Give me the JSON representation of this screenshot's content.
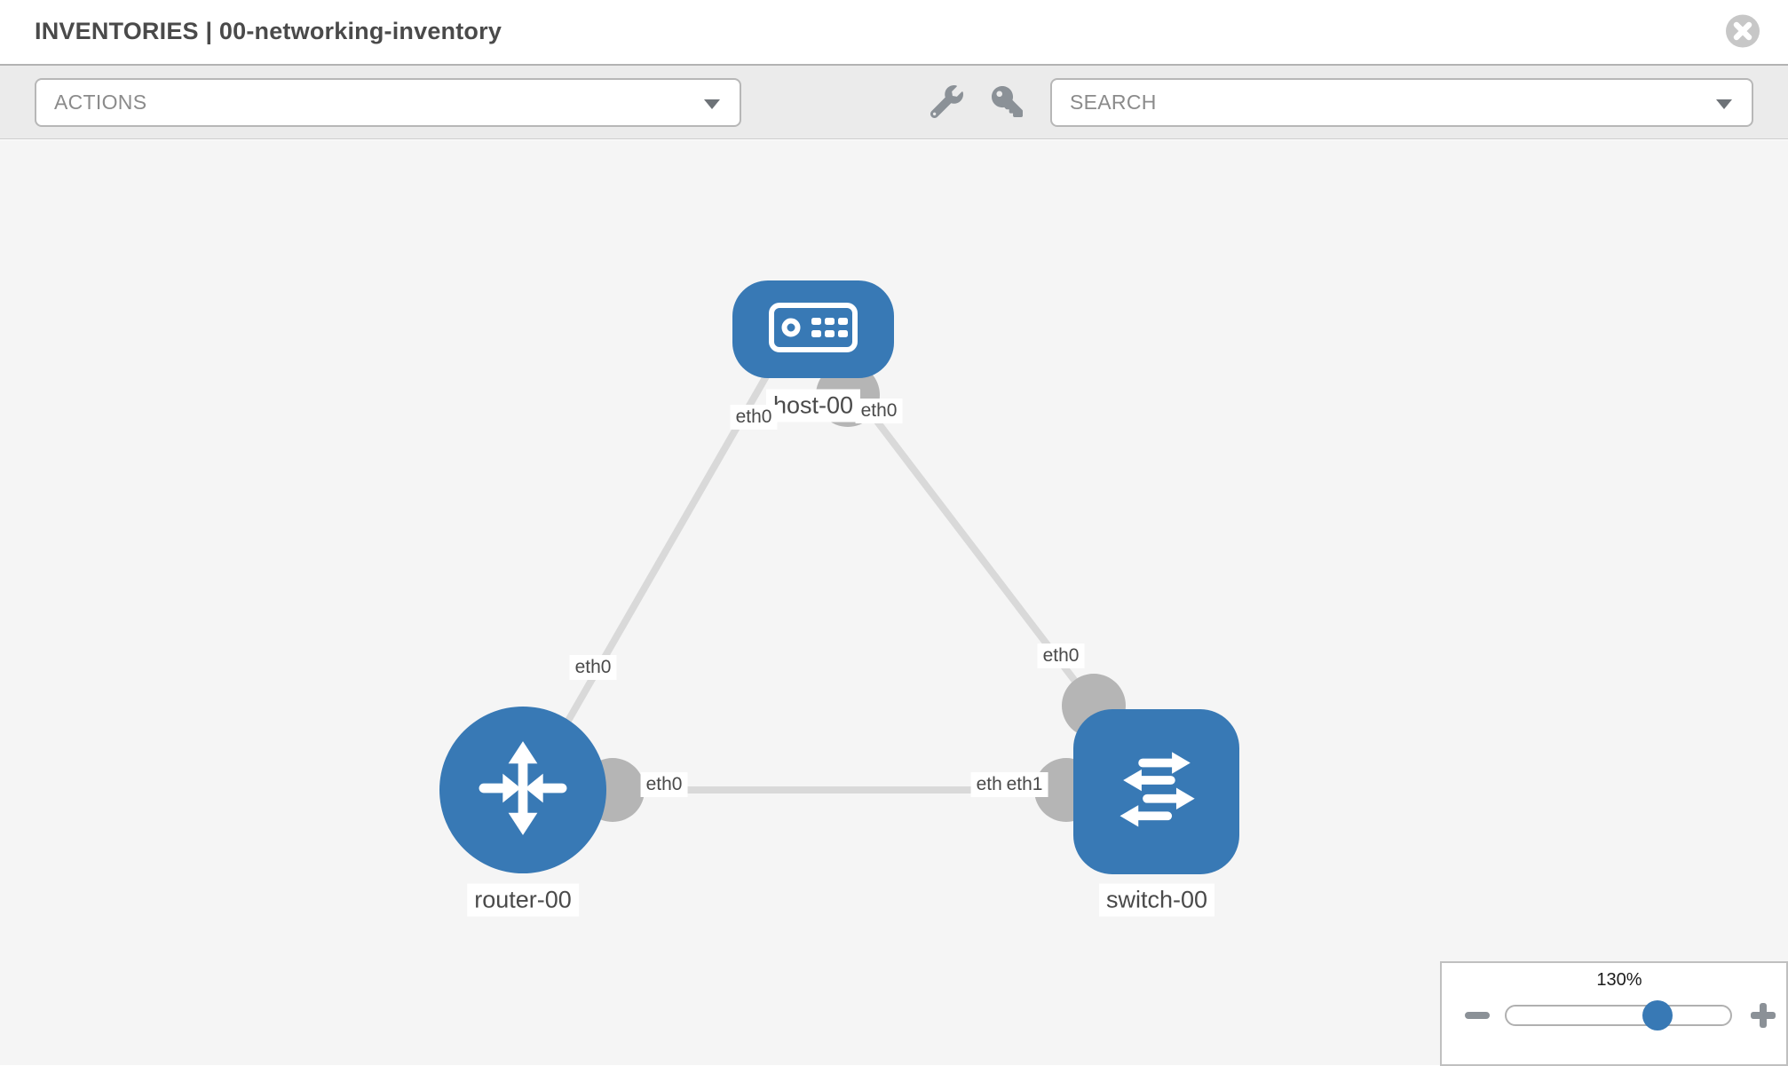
{
  "window": {
    "title": "INVENTORIES | 00-networking-inventory"
  },
  "toolbar": {
    "actions": {
      "label": "ACTIONS",
      "icon": "chevron-down"
    },
    "tools": [
      {
        "icon": "wrench"
      },
      {
        "icon": "key"
      }
    ],
    "search": {
      "placeholder": "SEARCH",
      "icon": "chevron-down"
    }
  },
  "topology": {
    "nodes": [
      {
        "name": "host-00",
        "type": "host",
        "icon": "server-icon"
      },
      {
        "name": "router-00",
        "type": "router",
        "icon": "crossed-arrows-icon"
      },
      {
        "name": "switch-00",
        "type": "switch",
        "icon": "switch-arrows-icon"
      }
    ],
    "links": [
      {
        "source": "host-00",
        "target": "router-00",
        "source_interface": "eth0",
        "target_interface": "eth0"
      },
      {
        "source": "host-00",
        "target": "switch-00",
        "source_interface": "eth0",
        "target_interface": "eth0"
      },
      {
        "source": "router-00",
        "target": "switch-00",
        "source_interface": "eth0",
        "target_interface": "eth1"
      }
    ],
    "overlapped_labels": {
      "behind": "eth0"
    }
  },
  "zoom": {
    "value": "130%",
    "percent": 130
  },
  "colors": {
    "node_blue": "#3879b5",
    "link_gray": "#d9d9d9",
    "interface_gray": "#b5b5b5",
    "canvas_bg": "#f5f5f5",
    "toolbar_bg": "#ebebeb"
  }
}
